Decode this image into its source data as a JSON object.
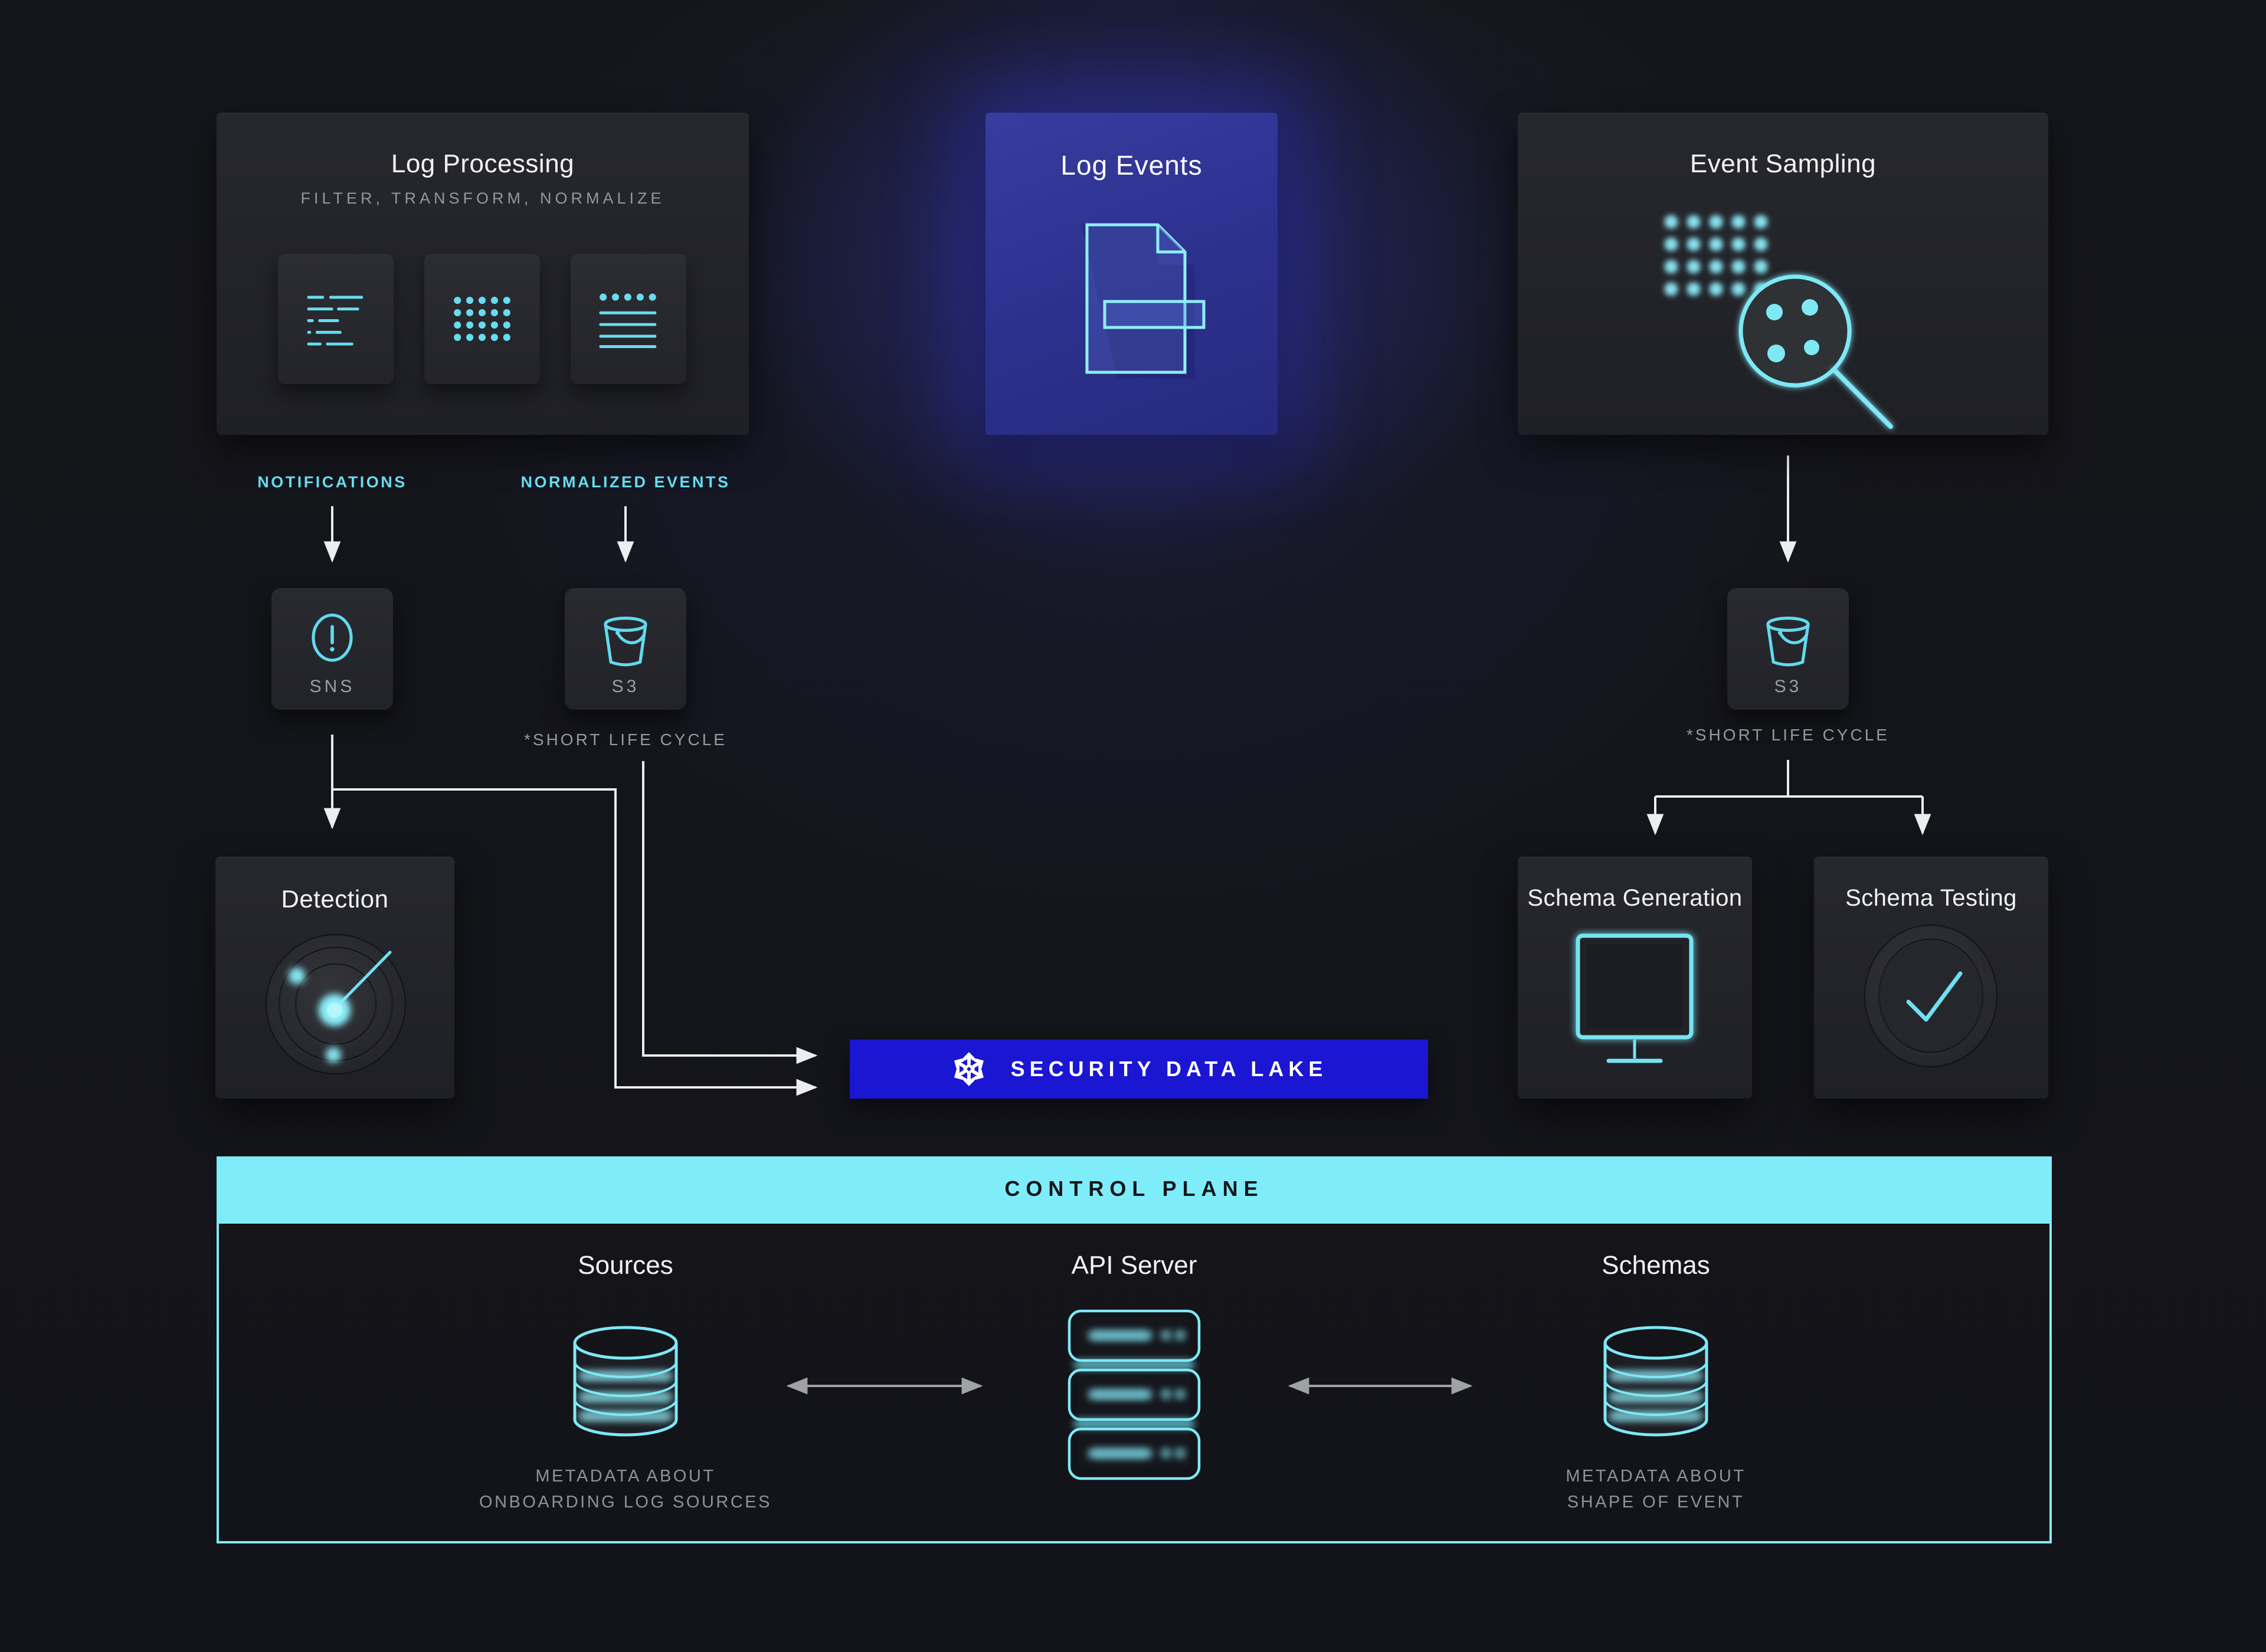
{
  "colors": {
    "background": "#15161b",
    "panel_dark": "#25262c",
    "accent_cyan": "#6fe0f2",
    "control_plane_cyan": "#7fecfa",
    "security_lake_blue": "#1b16d1",
    "log_events_blue": "#31359b",
    "arrow_white": "#ecedef",
    "text_white": "#f2f3f5",
    "text_gray": "#94979e"
  },
  "nodes": {
    "log_processing": {
      "title": "Log Processing",
      "subtitle": "FILTER, TRANSFORM, NORMALIZE",
      "icons": [
        "log-lines-icon",
        "dot-grid-icon",
        "dots-and-lines-icon"
      ]
    },
    "log_events": {
      "title": "Log Events",
      "icon": "document-icon"
    },
    "event_sampling": {
      "title": "Event Sampling",
      "icon": "magnifier-over-dots-icon"
    },
    "sns": {
      "label": "SNS",
      "icon": "alert-circle-icon"
    },
    "s3_normalized": {
      "label": "S3",
      "note": "*SHORT LIFE CYCLE",
      "icon": "bucket-icon"
    },
    "s3_sampled": {
      "label": "S3",
      "note": "*SHORT LIFE CYCLE",
      "icon": "bucket-icon"
    },
    "detection": {
      "title": "Detection",
      "icon": "radar-icon"
    },
    "security_data_lake": {
      "label": "SECURITY DATA LAKE",
      "icon": "snowflake-icon"
    },
    "schema_generation": {
      "title": "Schema Generation",
      "icon": "monitor-icon"
    },
    "schema_testing": {
      "title": "Schema Testing",
      "icon": "check-dial-icon"
    }
  },
  "edges": {
    "notifications_label": "NOTIFICATIONS",
    "normalized_events_label": "NORMALIZED EVENTS"
  },
  "control_plane": {
    "header": "CONTROL PLANE",
    "sources": {
      "title": "Sources",
      "caption": [
        "METADATA ABOUT",
        "ONBOARDING LOG SOURCES"
      ],
      "icon": "database-icon"
    },
    "api_server": {
      "title": "API Server",
      "icon": "server-rack-icon"
    },
    "schemas": {
      "title": "Schemas",
      "caption": [
        "METADATA ABOUT",
        "SHAPE OF EVENT"
      ],
      "icon": "database-icon"
    }
  }
}
